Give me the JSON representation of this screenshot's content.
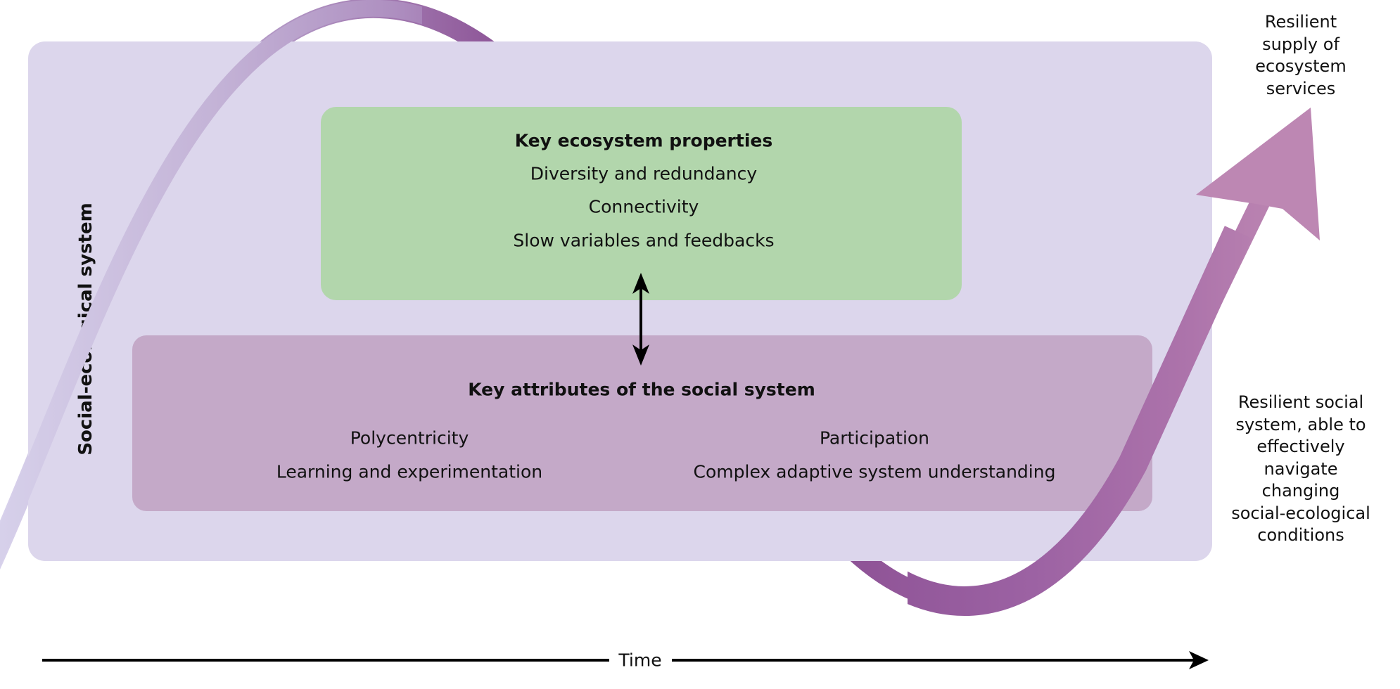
{
  "diagram": {
    "container_label": "Social-ecological system",
    "ecosystem_box": {
      "title": "Key ecosystem properties",
      "items": [
        "Diversity and redundancy",
        "Connectivity",
        "Slow variables and feedbacks"
      ]
    },
    "social_box": {
      "title": "Key attributes of the social system",
      "left_items": [
        "Polycentricity",
        "Learning and experimentation"
      ],
      "right_items": [
        "Participation",
        "Complex adaptive system understanding"
      ]
    },
    "outcome_top": [
      "Resilient",
      "supply of",
      "ecosystem",
      "services"
    ],
    "outcome_bottom": [
      "Resilient social",
      "system, able to",
      "effectively",
      "navigate",
      "changing",
      "social-ecological",
      "conditions"
    ],
    "time_axis_label": "Time",
    "connector": "bidirectional-arrow",
    "colors": {
      "system_fill": "#dcd6ec",
      "ecosystem_fill": "#b2d6ac",
      "social_fill": "#c4a9c8",
      "trajectory_light": "#d6d0ea",
      "trajectory_dark": "#8a4f93",
      "trajectory_head": "#c08ab4",
      "text": "#111111"
    }
  }
}
